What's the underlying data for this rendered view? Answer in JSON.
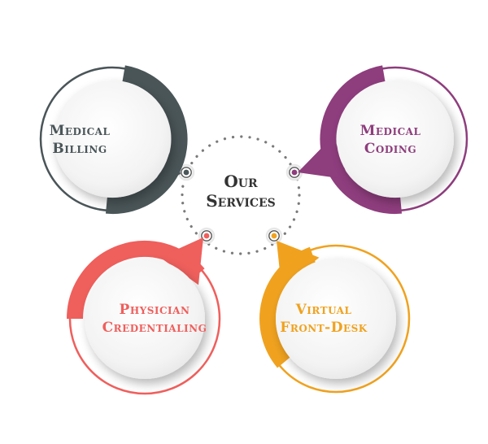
{
  "center": {
    "line1": "Our",
    "line2": "Services"
  },
  "services": [
    {
      "id": "medical-billing",
      "line1": "Medical",
      "line2": "Billing",
      "color": "#4a5558",
      "text_color": "#4a5558"
    },
    {
      "id": "medical-coding",
      "line1": "Medical",
      "line2": "Coding",
      "color": "#8e3d7d",
      "text_color": "#8e3d7d"
    },
    {
      "id": "physician-credentialing",
      "line1": "Physician",
      "line2": "Credentialing",
      "color": "#ef5f5c",
      "text_color": "#ef5f5c"
    },
    {
      "id": "virtual-front-desk",
      "line1": "Virtual",
      "line2": "Front-Desk",
      "color": "#f0a21f",
      "text_color": "#f0a21f"
    }
  ],
  "colors": {
    "inner_circle": "#f4f4f4",
    "dotted_ring": "#7a7a7a",
    "connector_ring": "#e7e7e7"
  }
}
